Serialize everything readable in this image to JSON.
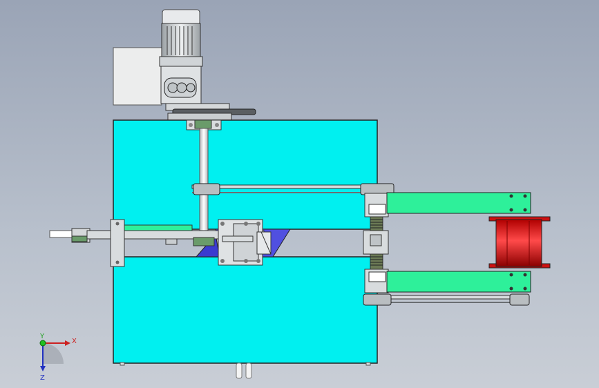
{
  "viewport": {
    "background_top": "#9aa4b6",
    "background_bottom": "#c9ced6"
  },
  "colors": {
    "housing": "#00f0f0",
    "arm": "#2ef09a",
    "spool": "#e32020",
    "bracket": "#4a4ad8",
    "metal": "#c8cdd0",
    "motor_box": "#e9e9e9"
  },
  "triad": {
    "x_label": "X",
    "y_label": "Y",
    "z_label": "Z"
  }
}
